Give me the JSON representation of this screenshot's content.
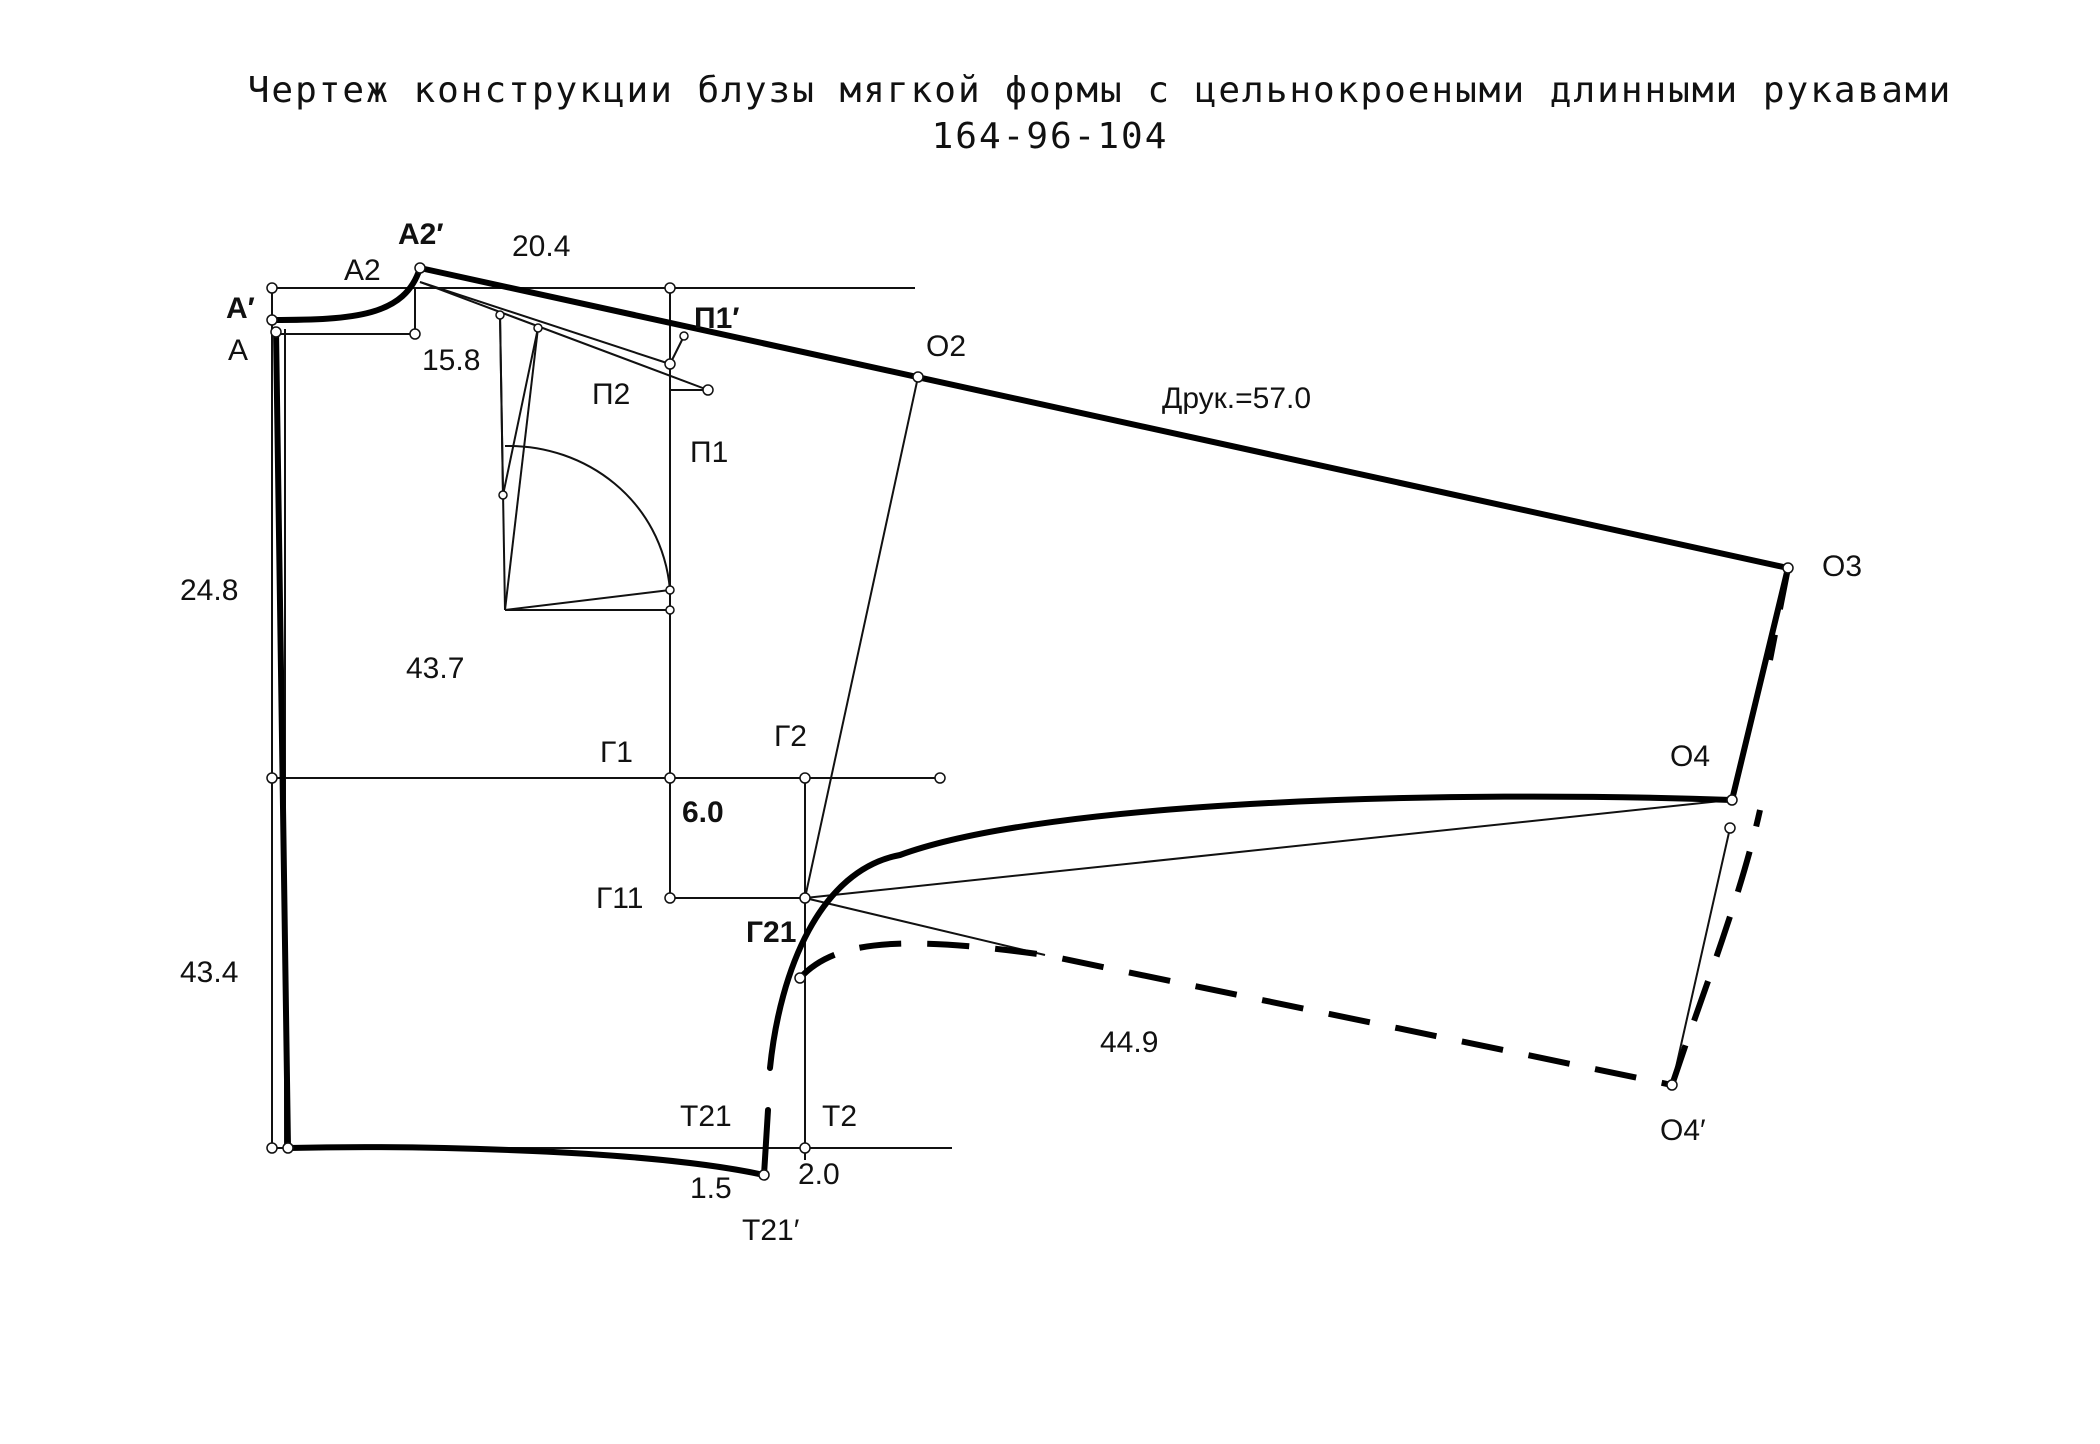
{
  "title": {
    "line1": "Чертеж конструкции блузы мягкой формы с цельнокроеными длинными рукавами",
    "line2": "164-96-104"
  },
  "points": {
    "A2p": "А2′",
    "A2": "А2",
    "Ap": "А′",
    "A": "А",
    "P1p": "П1′",
    "P2": "П2",
    "P1": "П1",
    "O2": "О2",
    "O3": "О3",
    "O4": "О4",
    "O4p": "О4′",
    "G1": "Г1",
    "G2": "Г2",
    "G11": "Г11",
    "G21": "Г21",
    "T21": "Т21",
    "T2": "Т2",
    "T21p": "Т21′"
  },
  "measures": {
    "m20_4": "20.4",
    "m15_8": "15.8",
    "m24_8": "24.8",
    "m43_7": "43.7",
    "m43_4": "43.4",
    "m6_0": "6.0",
    "m44_9": "44.9",
    "m1_5": "1.5",
    "m2_0": "2.0",
    "druk": "Друк.=57.0"
  }
}
